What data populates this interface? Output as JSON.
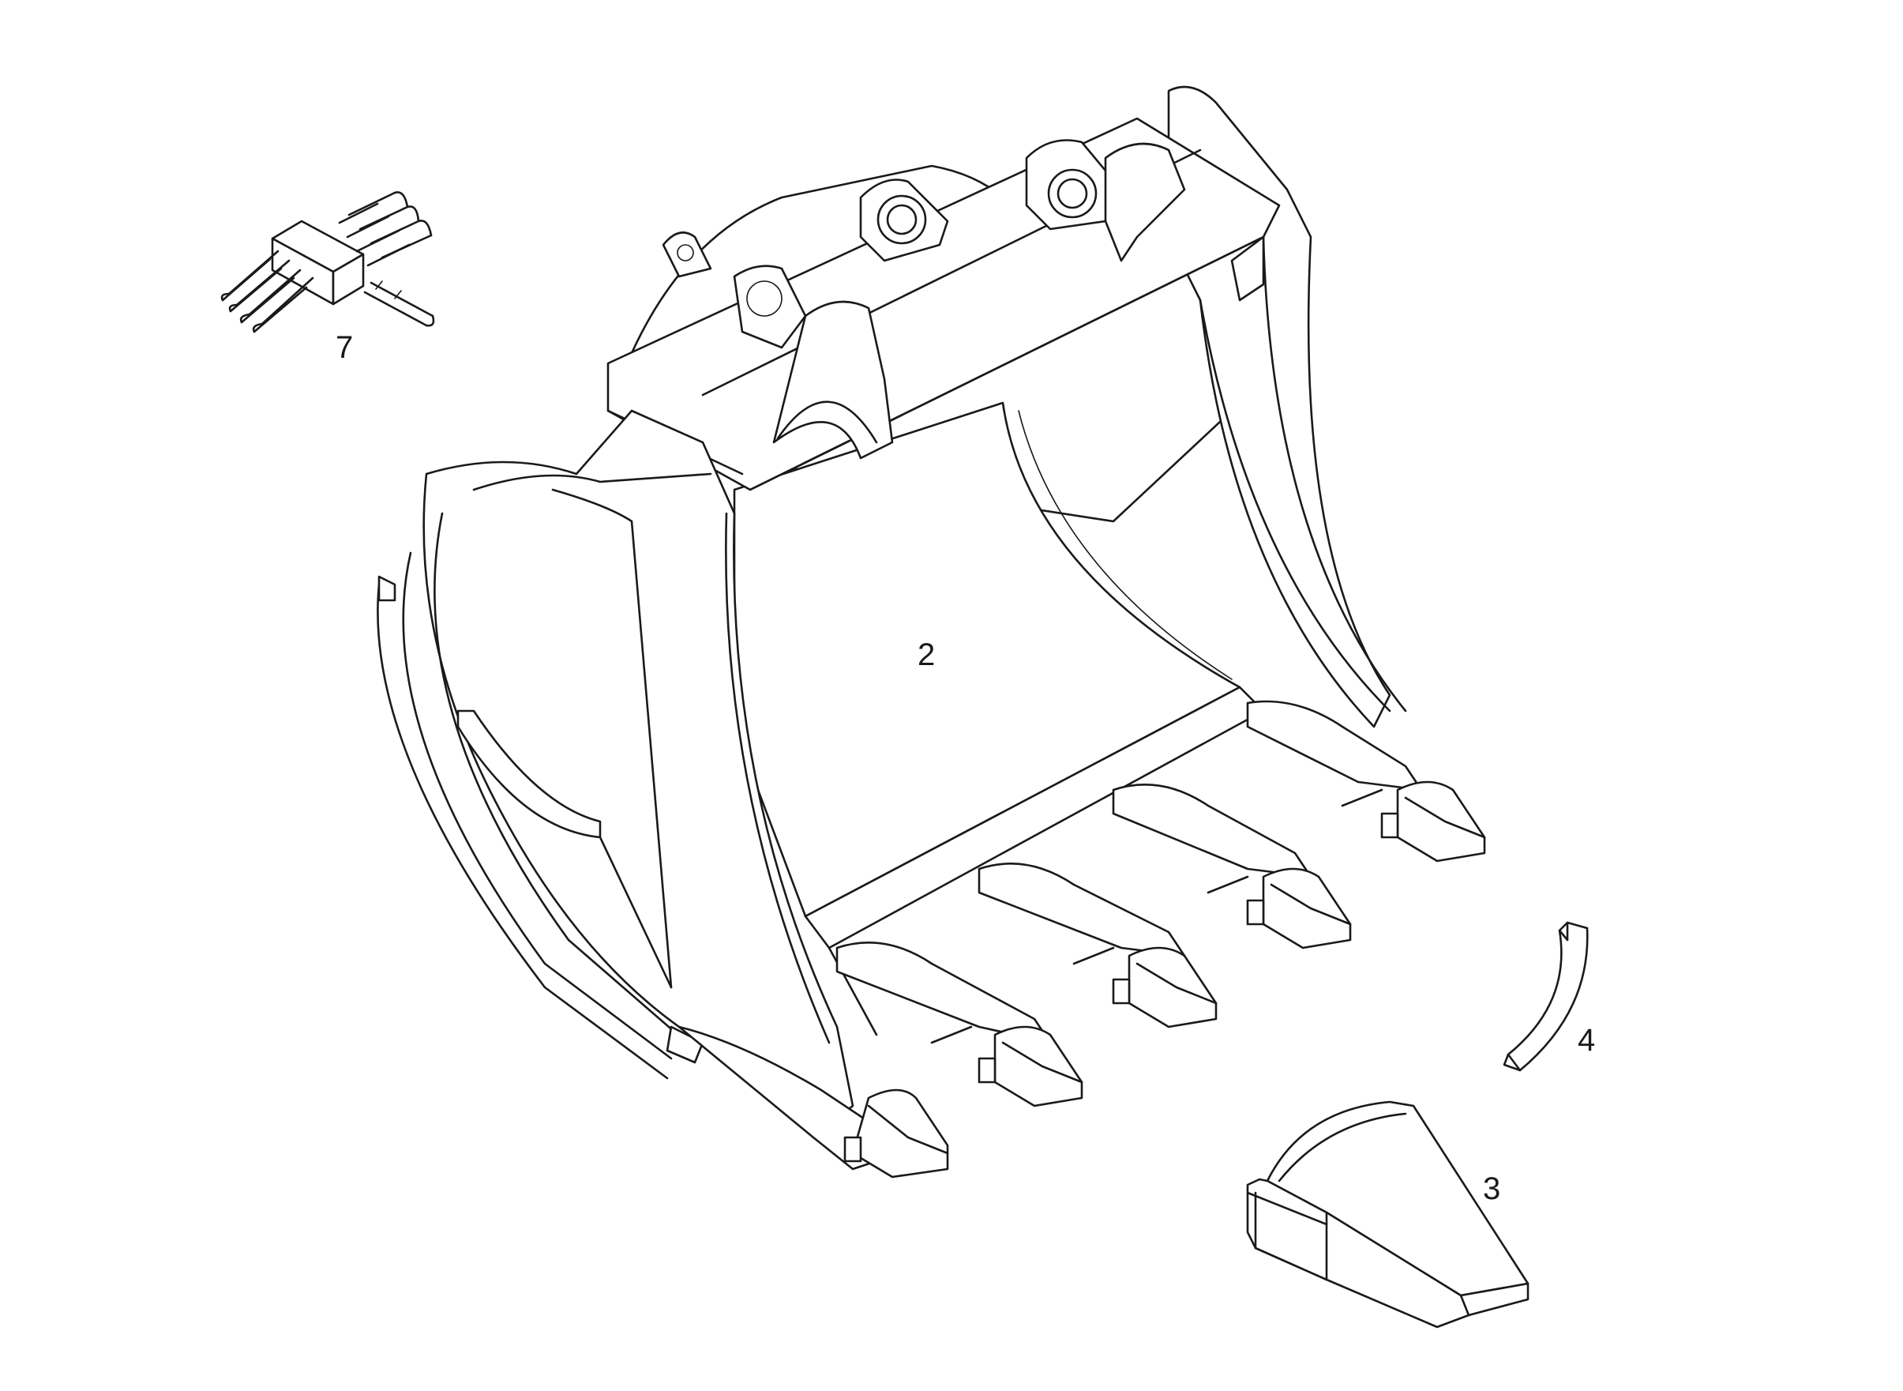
{
  "callouts": {
    "item_2": "2",
    "item_3": "3",
    "item_4": "4",
    "item_7": "7"
  },
  "colors": {
    "line": "#1a1a1a",
    "background": "#ffffff"
  }
}
